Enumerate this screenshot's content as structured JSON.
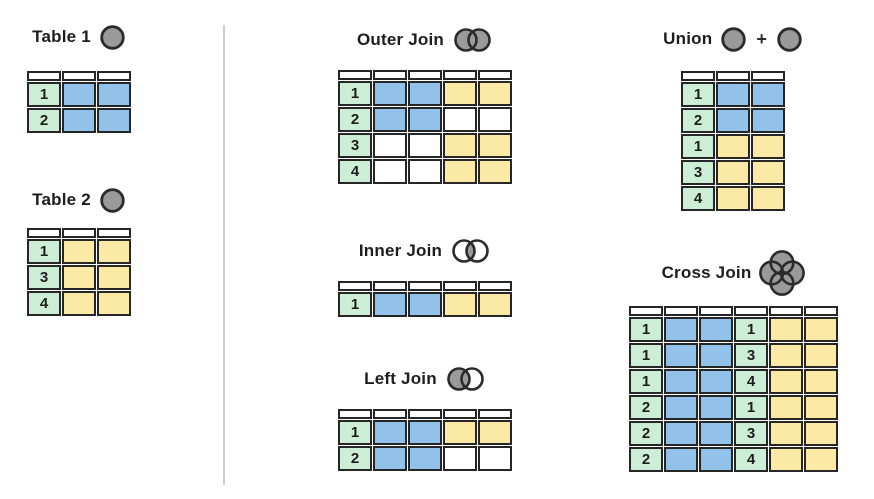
{
  "palette": {
    "green": "#cdeed6",
    "blue": "#92c1e9",
    "yellow": "#fbe9a6",
    "white": "#ffffff",
    "cell_border": "#262626",
    "text": "#1d1d1d",
    "icon_fill": "#9a9a9a",
    "icon_stroke": "#2b2b2b",
    "divider": "#cccccc"
  },
  "sections": {
    "table1": {
      "label": "Table 1",
      "icon": "single-circle",
      "rows": [
        [
          {
            "text": "1",
            "color": "green"
          },
          {
            "color": "blue"
          },
          {
            "color": "blue"
          }
        ],
        [
          {
            "text": "2",
            "color": "green"
          },
          {
            "color": "blue"
          },
          {
            "color": "blue"
          }
        ]
      ]
    },
    "table2": {
      "label": "Table 2",
      "icon": "single-circle",
      "rows": [
        [
          {
            "text": "1",
            "color": "green"
          },
          {
            "color": "yellow"
          },
          {
            "color": "yellow"
          }
        ],
        [
          {
            "text": "3",
            "color": "green"
          },
          {
            "color": "yellow"
          },
          {
            "color": "yellow"
          }
        ],
        [
          {
            "text": "4",
            "color": "green"
          },
          {
            "color": "yellow"
          },
          {
            "color": "yellow"
          }
        ]
      ]
    },
    "outer_join": {
      "label": "Outer Join",
      "icon": "venn-both-filled",
      "rows": [
        [
          {
            "text": "1",
            "color": "green"
          },
          {
            "color": "blue"
          },
          {
            "color": "blue"
          },
          {
            "color": "yellow"
          },
          {
            "color": "yellow"
          }
        ],
        [
          {
            "text": "2",
            "color": "green"
          },
          {
            "color": "blue"
          },
          {
            "color": "blue"
          },
          {
            "color": "white"
          },
          {
            "color": "white"
          }
        ],
        [
          {
            "text": "3",
            "color": "green"
          },
          {
            "color": "white"
          },
          {
            "color": "white"
          },
          {
            "color": "yellow"
          },
          {
            "color": "yellow"
          }
        ],
        [
          {
            "text": "4",
            "color": "green"
          },
          {
            "color": "white"
          },
          {
            "color": "white"
          },
          {
            "color": "yellow"
          },
          {
            "color": "yellow"
          }
        ]
      ]
    },
    "inner_join": {
      "label": "Inner Join",
      "icon": "venn-intersection-filled",
      "rows": [
        [
          {
            "text": "1",
            "color": "green"
          },
          {
            "color": "blue"
          },
          {
            "color": "blue"
          },
          {
            "color": "yellow"
          },
          {
            "color": "yellow"
          }
        ]
      ]
    },
    "left_join": {
      "label": "Left Join",
      "icon": "venn-left-filled",
      "rows": [
        [
          {
            "text": "1",
            "color": "green"
          },
          {
            "color": "blue"
          },
          {
            "color": "blue"
          },
          {
            "color": "yellow"
          },
          {
            "color": "yellow"
          }
        ],
        [
          {
            "text": "2",
            "color": "green"
          },
          {
            "color": "blue"
          },
          {
            "color": "blue"
          },
          {
            "color": "white"
          },
          {
            "color": "white"
          }
        ]
      ]
    },
    "union": {
      "label": "Union",
      "icon": "circle-plus-circle",
      "plus_sign": "+",
      "rows": [
        [
          {
            "text": "1",
            "color": "green"
          },
          {
            "color": "blue"
          },
          {
            "color": "blue"
          }
        ],
        [
          {
            "text": "2",
            "color": "green"
          },
          {
            "color": "blue"
          },
          {
            "color": "blue"
          }
        ],
        [
          {
            "text": "1",
            "color": "green"
          },
          {
            "color": "yellow"
          },
          {
            "color": "yellow"
          }
        ],
        [
          {
            "text": "3",
            "color": "green"
          },
          {
            "color": "yellow"
          },
          {
            "color": "yellow"
          }
        ],
        [
          {
            "text": "4",
            "color": "green"
          },
          {
            "color": "yellow"
          },
          {
            "color": "yellow"
          }
        ]
      ]
    },
    "cross_join": {
      "label": "Cross Join",
      "icon": "four-circle-cluster",
      "rows": [
        [
          {
            "text": "1",
            "color": "green"
          },
          {
            "color": "blue"
          },
          {
            "color": "blue"
          },
          {
            "text": "1",
            "color": "green"
          },
          {
            "color": "yellow"
          },
          {
            "color": "yellow"
          }
        ],
        [
          {
            "text": "1",
            "color": "green"
          },
          {
            "color": "blue"
          },
          {
            "color": "blue"
          },
          {
            "text": "3",
            "color": "green"
          },
          {
            "color": "yellow"
          },
          {
            "color": "yellow"
          }
        ],
        [
          {
            "text": "1",
            "color": "green"
          },
          {
            "color": "blue"
          },
          {
            "color": "blue"
          },
          {
            "text": "4",
            "color": "green"
          },
          {
            "color": "yellow"
          },
          {
            "color": "yellow"
          }
        ],
        [
          {
            "text": "2",
            "color": "green"
          },
          {
            "color": "blue"
          },
          {
            "color": "blue"
          },
          {
            "text": "1",
            "color": "green"
          },
          {
            "color": "yellow"
          },
          {
            "color": "yellow"
          }
        ],
        [
          {
            "text": "2",
            "color": "green"
          },
          {
            "color": "blue"
          },
          {
            "color": "blue"
          },
          {
            "text": "3",
            "color": "green"
          },
          {
            "color": "yellow"
          },
          {
            "color": "yellow"
          }
        ],
        [
          {
            "text": "2",
            "color": "green"
          },
          {
            "color": "blue"
          },
          {
            "color": "blue"
          },
          {
            "text": "4",
            "color": "green"
          },
          {
            "color": "yellow"
          },
          {
            "color": "yellow"
          }
        ]
      ]
    }
  }
}
